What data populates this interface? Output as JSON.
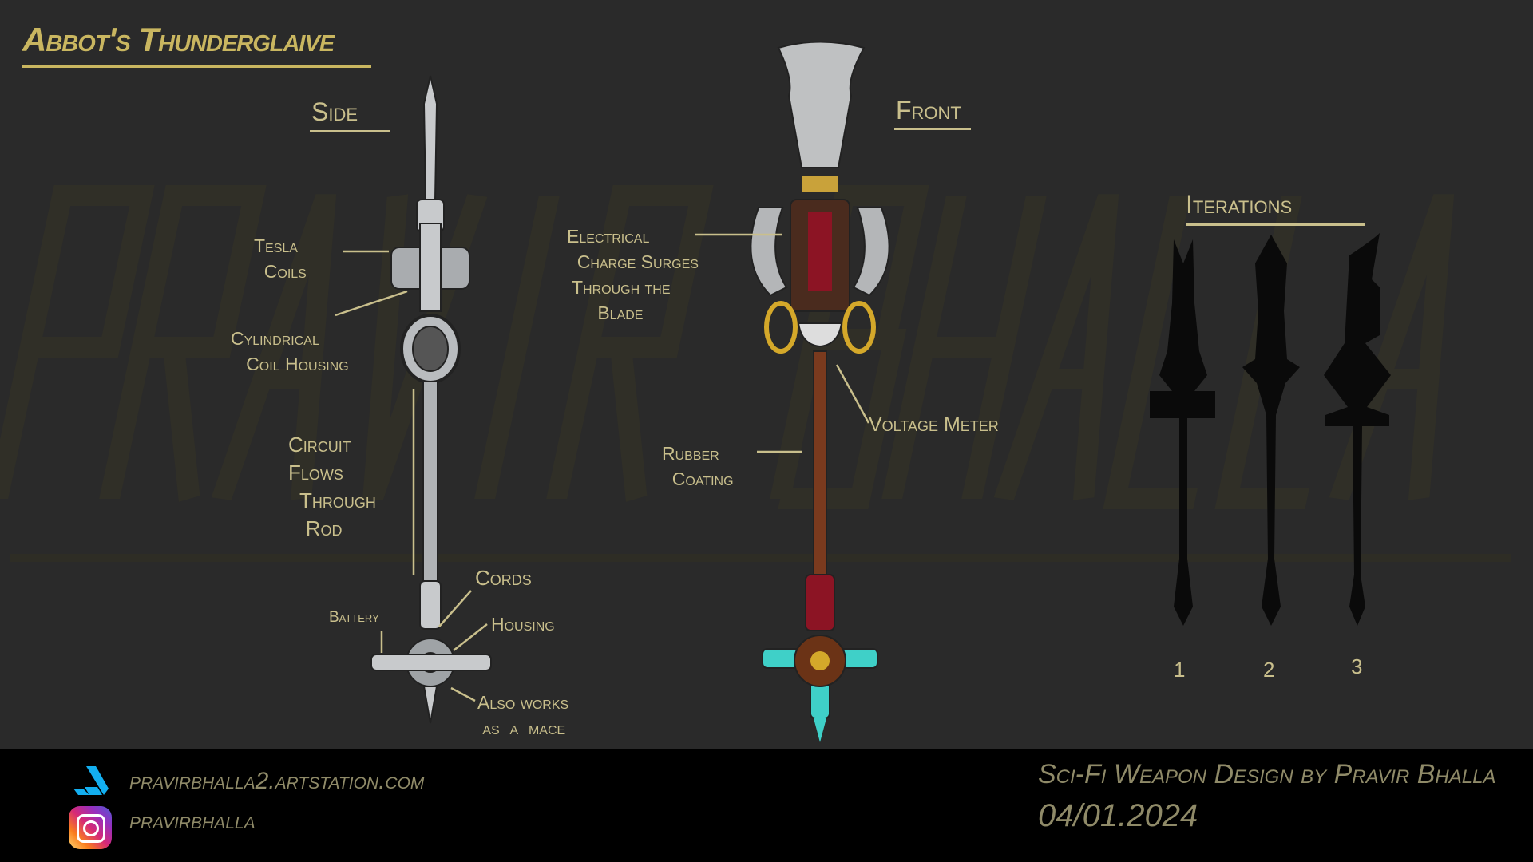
{
  "title": "Abbot's Thunderglaive",
  "watermark": "Pravir Bhalla",
  "views": {
    "side": "Side",
    "front": "Front",
    "iterations": "Iterations"
  },
  "annotations": {
    "tesla_coils": "Tesla\n  Coils",
    "coil_housing": "Cylindrical\n   Coil Housing",
    "circuit": "Circuit\nFlows\n  Through\n   Rod",
    "battery": "Battery",
    "cords": "Cords",
    "housing": "Housing",
    "mace": "Also works\n as  a  mace",
    "electrical": "Electrical\n  Charge Surges\n Through the\n      Blade",
    "voltage": "Voltage Meter",
    "rubber": "Rubber\n  Coating"
  },
  "iteration_numbers": [
    "1",
    "2",
    "3"
  ],
  "footer": {
    "artstation": "pravirbhalla2.artstation.com",
    "instagram": "pravirbhalla",
    "credit": "Sci-Fi Weapon Design by Pravir Bhalla",
    "date": "04/01.2024"
  },
  "colors": {
    "background": "#2a2a2a",
    "title_gold": "#c9b660",
    "annotation": "#c9bf8c",
    "footer_bg": "#000000",
    "footer_text": "#8f8a68",
    "artstation_blue": "#13aff0"
  }
}
